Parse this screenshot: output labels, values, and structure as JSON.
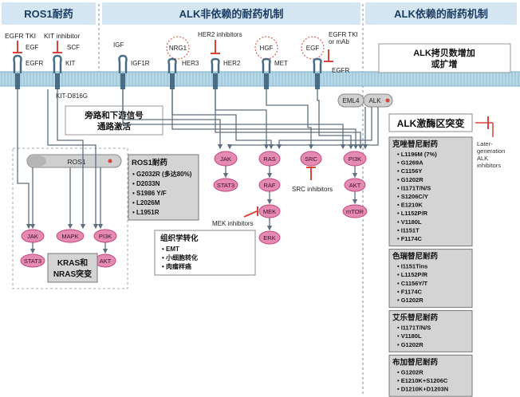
{
  "headers": {
    "ros1": "ROS1耐药",
    "alk_independent": "ALK非依赖的耐药机制",
    "alk_dependent": "ALK依赖的耐药机制"
  },
  "receptors": {
    "egfr_tki": "EGFR TKI",
    "kit_inhibitor": "KIT inhibitor",
    "egf": "EGF",
    "egfr": "EGFR",
    "scf": "SCF",
    "kit": "KIT",
    "igf": "IGF",
    "igf1r": "IGF1R",
    "nrg1": "NRG1",
    "her3": "HER3",
    "her2_inhibitors": "HER2 inhibitors",
    "her2": "HER2",
    "hgf": "HGF",
    "met": "MET",
    "egf2": "EGF",
    "egfr_tki_mab": "EGFR TKI\nor mAb",
    "egfr2": "EGFR",
    "kit_d816g": "KIT-D816G"
  },
  "bypass_label": "旁路和下游信号\n通路激活",
  "ros1_box": {
    "kinase": "ROS1",
    "title": "ROS1耐药",
    "items": [
      "G2032R (多达80%)",
      "D2033N",
      "S1986 Y/F",
      "L2026M",
      "L1951R"
    ]
  },
  "ros1_nodes": {
    "jak": "JAK",
    "mapk": "MAPK",
    "pi3k": "PI3K",
    "stat3": "STAT3",
    "akt": "AKT"
  },
  "kras_label": "KRAS和\nNRAS突变",
  "pathway_nodes": {
    "jak": "JAK",
    "stat3": "STAT3",
    "ras": "RAS",
    "raf": "RAF",
    "mek": "MEK",
    "erk": "ERK",
    "src": "SRC",
    "pi3k": "PI3K",
    "akt": "AKT",
    "mtor": "mTOR"
  },
  "inhibitors": {
    "src": "SRC inhibitors",
    "mek": "MEK inhibitors"
  },
  "histology": {
    "title": "组织学转化",
    "items": [
      "EMT",
      "小细胞转化",
      "肉瘤样癌"
    ]
  },
  "alk": {
    "eml4": "EML4",
    "alk": "ALK",
    "copy_number": "ALK拷贝数增加\n或扩增",
    "kinase_mutation": "ALK激酶区突变",
    "later_gen": "Later-\ngeneration\nALK\ninhibitors"
  },
  "drugs": [
    {
      "title": "克唑替尼耐药",
      "items": [
        "L1196M (7%)",
        "G1269A",
        "C1156Y",
        "G1202R",
        "I1171T/N/S",
        "S1206C/Y",
        "E1210K",
        "L1152P/R",
        "V1180L",
        "I1151T",
        "F1174C"
      ]
    },
    {
      "title": "色瑞替尼耐药",
      "items": [
        "I1151Tins",
        "L1152P/R",
        "C1156Y/T",
        "F1174C",
        "G1202R"
      ]
    },
    {
      "title": "艾乐替尼耐药",
      "items": [
        "I1171T/N/S",
        "V1180L",
        "G1202R"
      ]
    },
    {
      "title": "布加替尼耐药",
      "items": [
        "G1202R",
        "E1210K+S1206C",
        "D1210K+D1203N"
      ]
    }
  ],
  "colors": {
    "header_bg": "#d3e6f1",
    "header_text": "#1b3b63",
    "membrane": "#9ec7dc",
    "node_fill": "#e58ab2",
    "node_stroke": "#c2457d",
    "inhibitor": "#d9433a",
    "grey_box": "#d4d4d4",
    "arrow": "#5d6f80"
  }
}
